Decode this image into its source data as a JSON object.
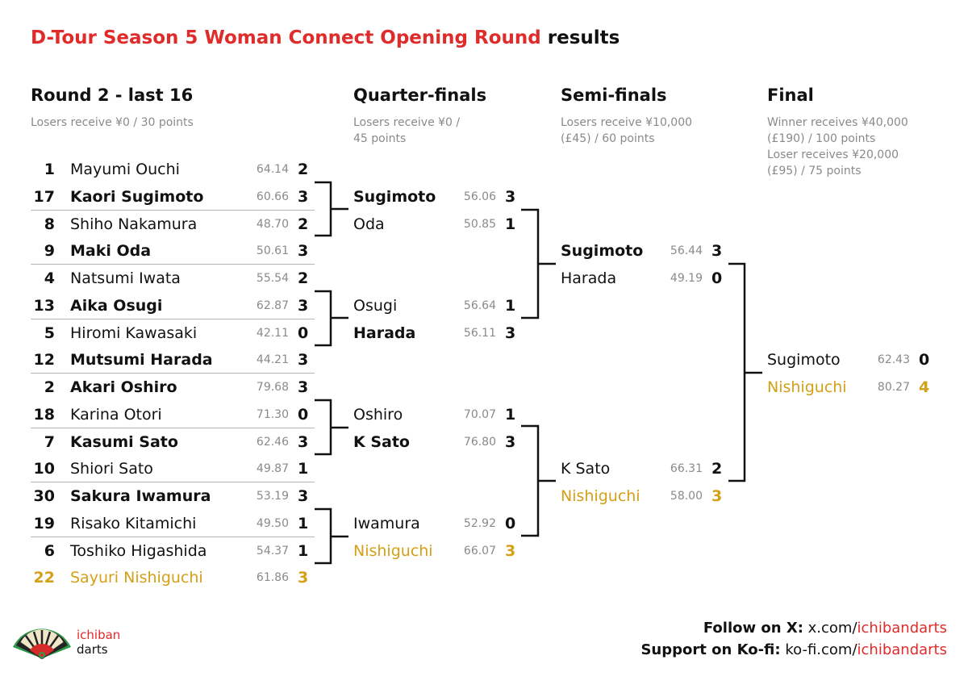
{
  "title": {
    "highlight": "D-Tour Season 5 Woman Connect Opening Round",
    "rest": " results"
  },
  "rounds": [
    {
      "title": "Round 2 - last 16",
      "note": [
        "Losers receive ¥0 / 30 points"
      ]
    },
    {
      "title": "Quarter-finals",
      "note": [
        "Losers receive ¥0 /",
        "45 points"
      ]
    },
    {
      "title": "Semi-finals",
      "note": [
        "Losers receive ¥10,000",
        "(£45) / 60 points"
      ]
    },
    {
      "title": "Final",
      "note": [
        "Winner receives ¥40,000",
        "(£190) / 100 points",
        "Loser receives ¥20,000",
        "(£95) / 75 points"
      ]
    }
  ],
  "r16": [
    {
      "seed": "1",
      "name": "Mayumi Ouchi",
      "avg": "64.14",
      "score": "2",
      "style": ""
    },
    {
      "seed": "17",
      "name": "Kaori Sugimoto",
      "avg": "60.66",
      "score": "3",
      "style": "bold"
    },
    {
      "seed": "8",
      "name": "Shiho Nakamura",
      "avg": "48.70",
      "score": "2",
      "style": ""
    },
    {
      "seed": "9",
      "name": "Maki Oda",
      "avg": "50.61",
      "score": "3",
      "style": "bold"
    },
    {
      "seed": "4",
      "name": "Natsumi Iwata",
      "avg": "55.54",
      "score": "2",
      "style": ""
    },
    {
      "seed": "13",
      "name": "Aika Osugi",
      "avg": "62.87",
      "score": "3",
      "style": "bold"
    },
    {
      "seed": "5",
      "name": "Hiromi Kawasaki",
      "avg": "42.11",
      "score": "0",
      "style": ""
    },
    {
      "seed": "12",
      "name": "Mutsumi Harada",
      "avg": "44.21",
      "score": "3",
      "style": "bold"
    },
    {
      "seed": "2",
      "name": "Akari Oshiro",
      "avg": "79.68",
      "score": "3",
      "style": "bold"
    },
    {
      "seed": "18",
      "name": "Karina Otori",
      "avg": "71.30",
      "score": "0",
      "style": ""
    },
    {
      "seed": "7",
      "name": "Kasumi Sato",
      "avg": "62.46",
      "score": "3",
      "style": "bold"
    },
    {
      "seed": "10",
      "name": "Shiori Sato",
      "avg": "49.87",
      "score": "1",
      "style": ""
    },
    {
      "seed": "30",
      "name": "Sakura Iwamura",
      "avg": "53.19",
      "score": "3",
      "style": "bold"
    },
    {
      "seed": "19",
      "name": "Risako Kitamichi",
      "avg": "49.50",
      "score": "1",
      "style": ""
    },
    {
      "seed": "6",
      "name": "Toshiko Higashida",
      "avg": "54.37",
      "score": "1",
      "style": ""
    },
    {
      "seed": "22",
      "name": "Sayuri Nishiguchi",
      "avg": "61.86",
      "score": "3",
      "style": "gold"
    }
  ],
  "qf": [
    {
      "name": "Sugimoto",
      "avg": "56.06",
      "score": "3",
      "style": "bold"
    },
    {
      "name": "Oda",
      "avg": "50.85",
      "score": "1",
      "style": ""
    },
    {
      "name": "Osugi",
      "avg": "56.64",
      "score": "1",
      "style": ""
    },
    {
      "name": "Harada",
      "avg": "56.11",
      "score": "3",
      "style": "bold"
    },
    {
      "name": "Oshiro",
      "avg": "70.07",
      "score": "1",
      "style": ""
    },
    {
      "name": "K Sato",
      "avg": "76.80",
      "score": "3",
      "style": "bold"
    },
    {
      "name": "Iwamura",
      "avg": "52.92",
      "score": "0",
      "style": ""
    },
    {
      "name": "Nishiguchi",
      "avg": "66.07",
      "score": "3",
      "style": "gold"
    }
  ],
  "sf": [
    {
      "name": "Sugimoto",
      "avg": "56.44",
      "score": "3",
      "style": "bold"
    },
    {
      "name": "Harada",
      "avg": "49.19",
      "score": "0",
      "style": ""
    },
    {
      "name": "K Sato",
      "avg": "66.31",
      "score": "2",
      "style": ""
    },
    {
      "name": "Nishiguchi",
      "avg": "58.00",
      "score": "3",
      "style": "gold"
    }
  ],
  "final": [
    {
      "name": "Sugimoto",
      "avg": "62.43",
      "score": "0",
      "style": ""
    },
    {
      "name": "Nishiguchi",
      "avg": "80.27",
      "score": "4",
      "style": "gold"
    }
  ],
  "logo": {
    "line1": "ichiban",
    "line2": "darts"
  },
  "footer": {
    "x_label": "Follow on X:",
    "x_prefix": "x.com/",
    "x_handle": "ichibandarts",
    "kofi_label": "Support on Ko-fi:",
    "kofi_prefix": "ko-fi.com/",
    "kofi_handle": "ichibandarts"
  },
  "colors": {
    "accent": "#e02b2b",
    "winner": "#d4a017",
    "text": "#111111",
    "muted": "#8a8a8a"
  }
}
